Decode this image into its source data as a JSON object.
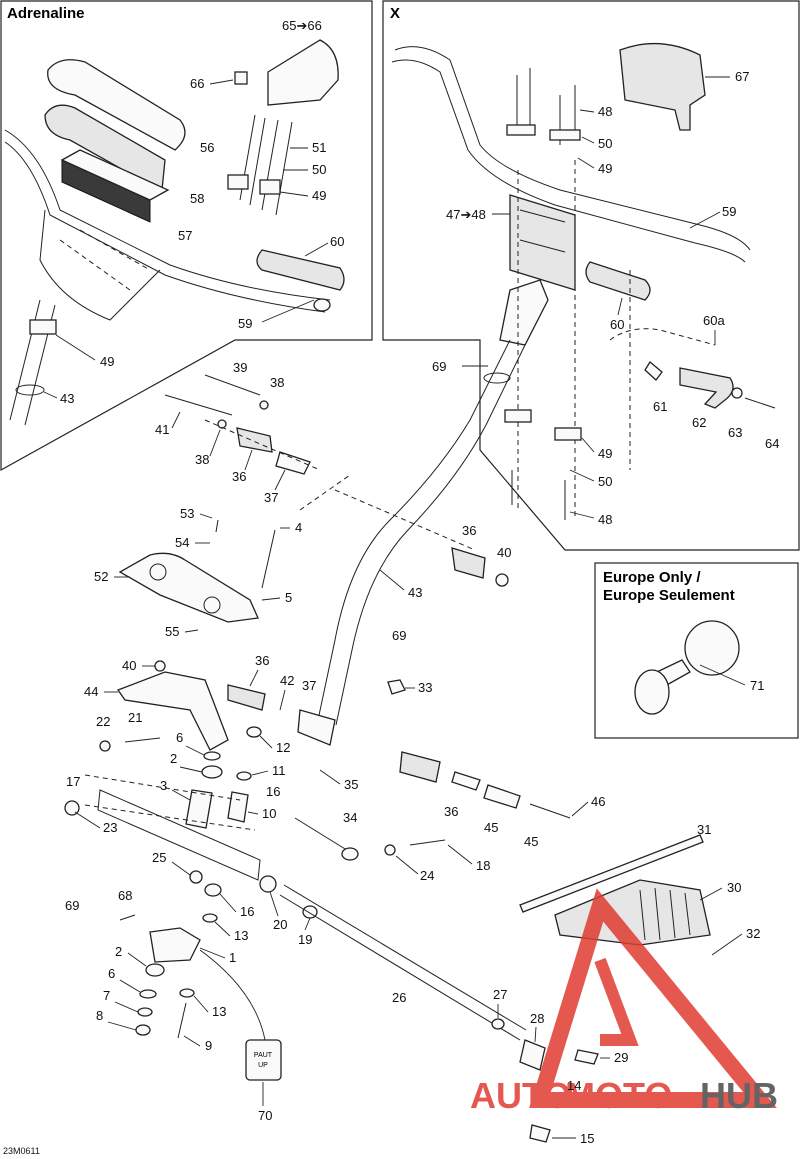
{
  "panels": {
    "adrenaline_title": "Adrenaline",
    "x_title": "X",
    "europe_title_line1": "Europe Only /",
    "europe_title_line2": "Europe Seulement"
  },
  "drawing_code": "23M0611",
  "decal_text_line1": "PAUT",
  "decal_text_line2": "UP",
  "watermark": {
    "part1": "AUTO",
    "part2": "MOTO",
    "part3": "HUB",
    "color_red": "#e03c31",
    "color_grey": "#4a4a4a"
  },
  "callouts": {
    "c65_66": "65➔66",
    "c66": "66",
    "c56": "56",
    "c51": "51",
    "c50a": "50",
    "c49a": "49",
    "c58": "58",
    "c57": "57",
    "c60a": "60",
    "c59a": "59",
    "c49b": "49",
    "c43a": "43",
    "c67": "67",
    "c48a": "48",
    "c50b": "50",
    "c49c": "49",
    "c47_48": "47➔48",
    "c59b": "59",
    "c60b": "60",
    "c60a_label": "60a",
    "c69a": "69",
    "c61": "61",
    "c62": "62",
    "c63": "63",
    "c64": "64",
    "c49d": "49",
    "c50c": "50",
    "c48b": "48",
    "c39": "39",
    "c38a": "38",
    "c41": "41",
    "c38b": "38",
    "c36a": "36",
    "c37a": "37",
    "c53": "53",
    "c4": "4",
    "c54": "54",
    "c52": "52",
    "c5": "5",
    "c55": "55",
    "c36b": "36",
    "c40a": "40",
    "c43b": "43",
    "c69b": "69",
    "c71": "71",
    "c40b": "40",
    "c36c": "36",
    "c44": "44",
    "c42": "42",
    "c37b": "37",
    "c33": "33",
    "c22": "22",
    "c21": "21",
    "c6a": "6",
    "c12": "12",
    "c2a": "2",
    "c11": "11",
    "c17": "17",
    "c3": "3",
    "c16a": "16",
    "c10": "10",
    "c35": "35",
    "c23": "23",
    "c36d": "36",
    "c45a": "45",
    "c45b": "45",
    "c46": "46",
    "c34": "34",
    "c25": "25",
    "c24": "24",
    "c18": "18",
    "c31": "31",
    "c30": "30",
    "c68": "68",
    "c69c": "69",
    "c16b": "16",
    "c20": "20",
    "c19": "19",
    "c13a": "13",
    "c32": "32",
    "c2b": "2",
    "c1": "1",
    "c6b": "6",
    "c26": "26",
    "c27": "27",
    "c7": "7",
    "c13b": "13",
    "c8": "8",
    "c9": "9",
    "c28": "28",
    "c29": "29",
    "c14": "14",
    "c70": "70",
    "c15": "15"
  }
}
